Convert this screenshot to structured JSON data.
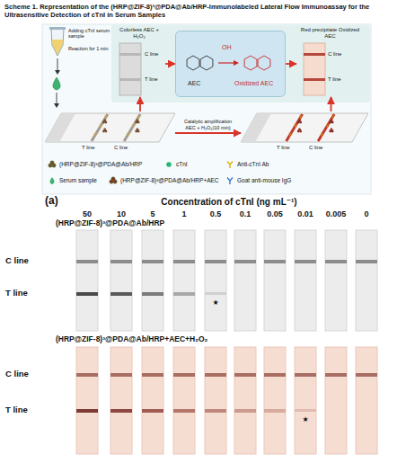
{
  "diagram": {
    "title": "Scheme 1. Representation of the (HRP@ZIF-8)³@PDA@Ab/HRP-Immunolabeled Lateral Flow Immunoassay for the Ultrasensitive Detection of cTnI in Serum Samples",
    "nodes": [
      {
        "text": [
          "Colorless AEC + H₂O₂",
          "C line",
          "T line"
        ]
      },
      {
        "text": [
          "AEC",
          "OH",
          "Oxidized AEC"
        ]
      },
      {
        "text": [
          "Red precipitate Oxidized AEC",
          "C line",
          "T line"
        ]
      },
      {
        "text": [
          "T line",
          "C line"
        ]
      },
      {
        "text": [
          "T line",
          "C line"
        ]
      }
    ],
    "edges": [
      {
        "from": 0,
        "to": 1,
        "arrow": "to"
      },
      {
        "from": 1,
        "to": 2,
        "arrow": "to"
      },
      {
        "from": 3,
        "to": 0,
        "arrow": "to"
      },
      {
        "from": 4,
        "to": 2,
        "arrow": "to"
      },
      {
        "from": 3,
        "to": 4,
        "label": "Catalytic amplification AEC + H₂O₂(10 min)",
        "arrow": "to"
      }
    ],
    "labels": [
      "Adding cTnI serum sample",
      "Reaction for 1 min",
      "(a)",
      "Concentration of cTnI (ng mL⁻¹)",
      "50",
      "10",
      "5",
      "1",
      "0.5",
      "0.1",
      "0.05",
      "0.01",
      "0.005",
      "0",
      "(HRP@ZIF-8)³@PDA@Ab/HRP",
      "C line",
      "T line",
      "★",
      "(HRP@ZIF-8)³@PDA@Ab/HRP+AEC+H₂O₂",
      "C line",
      "T line",
      "★"
    ],
    "legend": [
      {
        "text": "(HRP@ZIF-8)³@PDA@Ab/HRP"
      },
      {
        "text": "cTnI"
      },
      {
        "text": "Anti-cTnI Ab"
      },
      {
        "text": "Serum sample"
      },
      {
        "text": "(HRP@ZIF-8)³@PDA@Ab/HRP+AEC"
      },
      {
        "text": "Goat anti-mouse IgG"
      }
    ]
  }
}
